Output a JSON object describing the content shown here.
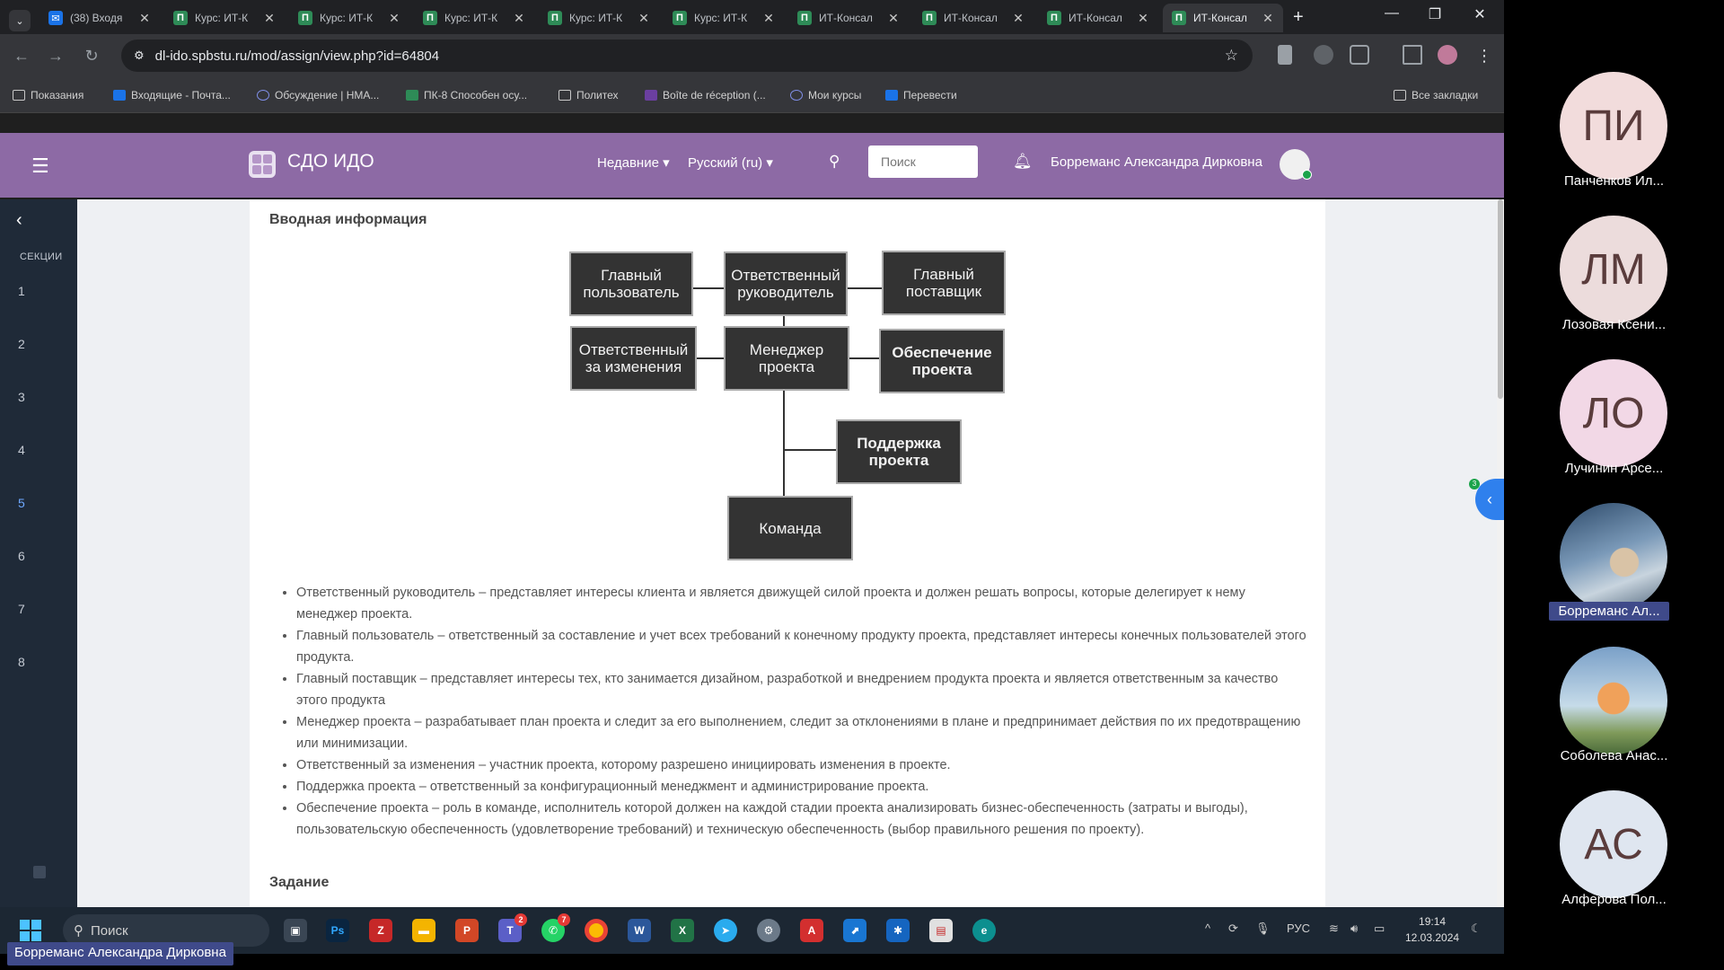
{
  "browser": {
    "tabs": [
      {
        "label": "(38) Входя",
        "icon": "mail"
      },
      {
        "label": "Курс: ИТ-К",
        "icon": "poly"
      },
      {
        "label": "Курс: ИТ-К",
        "icon": "poly"
      },
      {
        "label": "Курс: ИТ-К",
        "icon": "poly"
      },
      {
        "label": "Курс: ИТ-К",
        "icon": "poly"
      },
      {
        "label": "Курс: ИТ-К",
        "icon": "poly"
      },
      {
        "label": "ИТ-Консал",
        "icon": "poly"
      },
      {
        "label": "ИТ-Консал",
        "icon": "poly"
      },
      {
        "label": "ИТ-Консал",
        "icon": "poly"
      },
      {
        "label": "ИТ-Консал",
        "icon": "poly",
        "active": true
      }
    ],
    "url": "dl-ido.spbstu.ru/mod/assign/view.php?id=64804",
    "bookmarks": [
      "Показания",
      "Входящие - Почта...",
      "Обсуждение | НМА...",
      "ПК-8 Способен осу...",
      "Политех",
      "Boîte de réception (...",
      "Мои курсы",
      "Перевести"
    ],
    "all_bookmarks": "Все закладки"
  },
  "site": {
    "name": "СДО ИДО",
    "menu_recent": "Недавние",
    "menu_lang": "Русский (ru)",
    "search_placeholder": "Поиск",
    "user_name": "Борреманс Александра Дирковна"
  },
  "sidebar": {
    "title": "СЕКЦИИ",
    "sections": [
      "1",
      "2",
      "3",
      "4",
      "5",
      "6",
      "7",
      "8"
    ],
    "active_section": "5"
  },
  "content": {
    "heading": "Вводная информация",
    "diagram": {
      "main_user": "Главный пользователь",
      "responsible_manager": "Ответственный руководитель",
      "main_supplier": "Главный поставщик",
      "change_authority": "Ответственный за изменения",
      "project_manager": "Менеджер проекта",
      "project_assurance": "Обеспечение проекта",
      "project_support": "Поддержка проекта",
      "team": "Команда"
    },
    "bullets": [
      "Ответственный руководитель – представляет интересы клиента и является движущей силой проекта и должен решать вопросы, которые делегирует к нему менеджер проекта.",
      "Главный пользователь – ответственный за составление и учет всех требований к конечному продукту проекта, представляет интересы конечных пользователей этого продукта.",
      "Главный поставщик – представляет интересы тех, кто занимается дизайном, разработкой и внедрением продукта проекта и является ответственным за качество этого продукта",
      "Менеджер проекта – разрабатывает план проекта и следит за его выполнением, следит за отклонениями в плане и предпринимает действия по их предотвращению или минимизации.",
      "Ответственный за изменения – участник проекта, которому разрешено инициировать изменения в проекте.",
      "Поддержка проекта – ответственный за конфигурационный менеджмент и администрирование проекта.",
      "Обеспечение проекта – роль в команде, исполнитель которой должен на каждой стадии проекта анализировать бизнес-обеспеченность (затраты и выгоды), пользовательскую обеспеченность (удовлетворение требований) и техническую обеспеченность (выбор правильного решения по проекту)."
    ],
    "task_heading": "Задание"
  },
  "drawer_badge": "3",
  "taskbar": {
    "search_label": "Поиск",
    "badges": {
      "teams": "2",
      "whatsapp": "7"
    },
    "lang": "РУС",
    "time": "19:14",
    "date": "12.03.2024"
  },
  "presenter_label": "Борреманс Александра Дирковна",
  "participants": [
    {
      "initials": "ПИ",
      "name": "Панченков Ил...",
      "color": "#f2dcdc"
    },
    {
      "initials": "ЛМ",
      "name": "Лозовая Ксени...",
      "color": "#ecdcdc"
    },
    {
      "initials": "ЛО",
      "name": "Лучинин Арсе...",
      "color": "#f2d8e6"
    },
    {
      "initials": "",
      "name": "Борреманс Ал...",
      "photo": true,
      "speaking": true
    },
    {
      "initials": "",
      "name": "Соболева Анас...",
      "photo": true
    },
    {
      "initials": "АС",
      "name": "Алферова Пол...",
      "color": "#dfe6f0"
    }
  ]
}
